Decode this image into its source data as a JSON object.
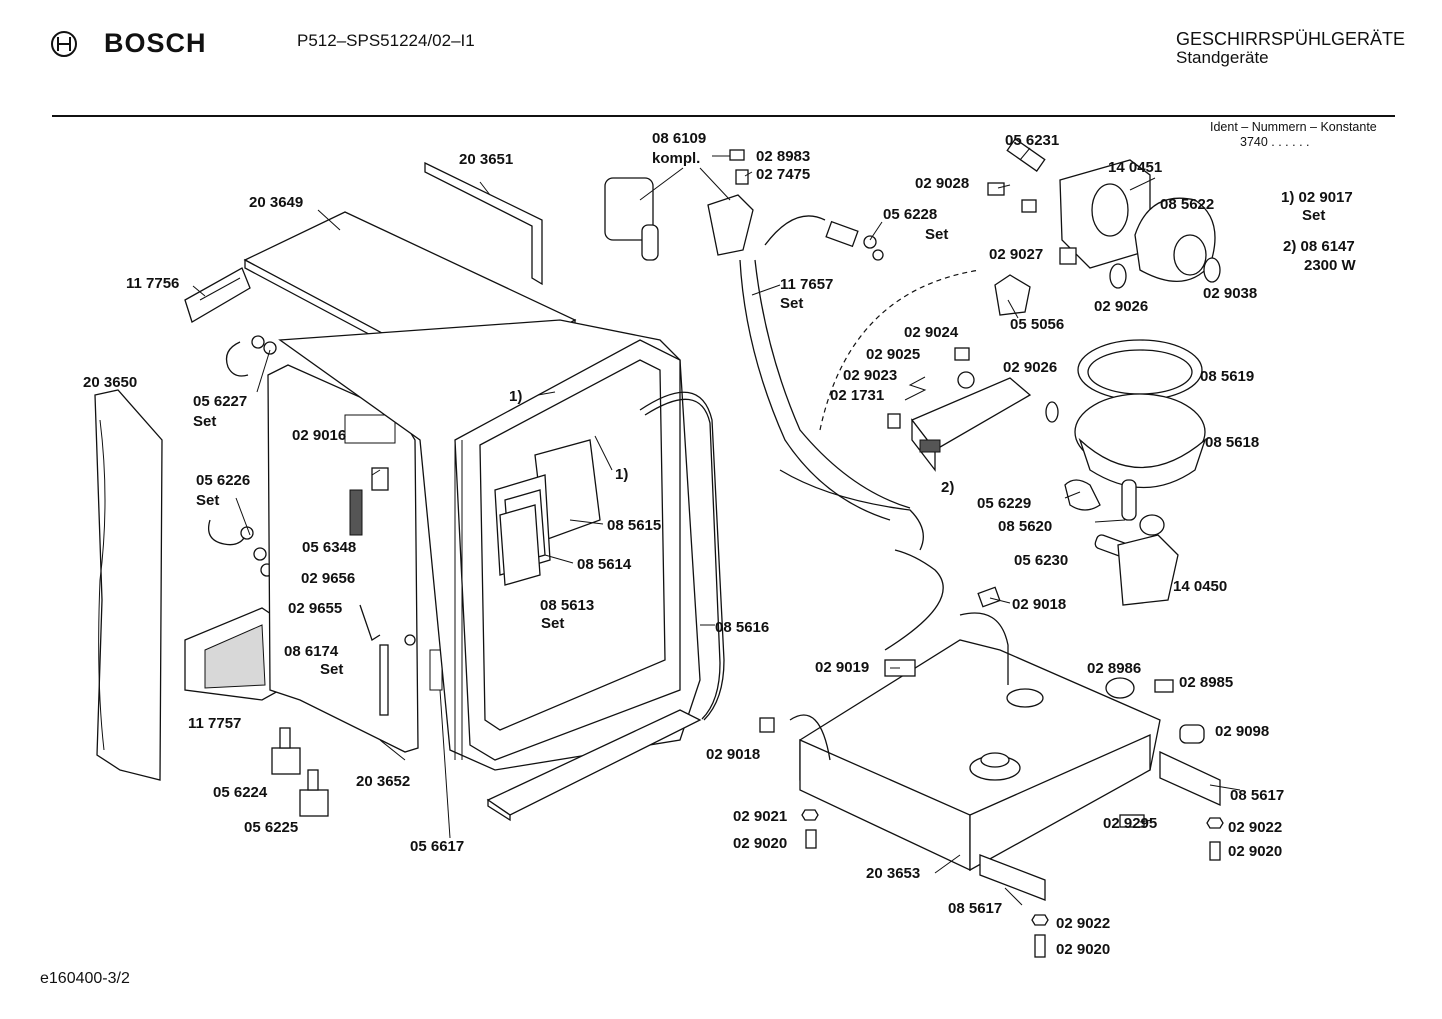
{
  "header": {
    "brand": "BOSCH",
    "model": "P512–SPS51224/02–I1",
    "category": "GESCHIRRSPÜHLGERÄTE",
    "subcategory": "Standgeräte",
    "ident_title": "Ident – Nummern – Konstante",
    "ident_value": "3740 . . . . . ."
  },
  "footer": {
    "page_code": "e160400-3/2"
  },
  "labels": {
    "p203651": "20 3651",
    "p203649": "20 3649",
    "p117756": "11 7756",
    "p203650": "20 3650",
    "p056227": "05 6227",
    "p056227s": "Set",
    "p056226": "05 6226",
    "p056226s": "Set",
    "p029016": "02 9016",
    "p056348": "05 6348",
    "p029656": "02 9656",
    "p029655": "02 9655",
    "p086174": "08 6174",
    "p086174s": "Set",
    "p117757": "11 7757",
    "p056224": "05 6224",
    "p056225": "05 6225",
    "p203652": "20 3652",
    "p056617": "05 6617",
    "m1a": "1)",
    "m1b": "1)",
    "p085615": "08 5615",
    "p085614": "08 5614",
    "p085613": "08 5613",
    "p085613s": "Set",
    "p085616": "08 5616",
    "p086109": "08 6109",
    "p086109k": "kompl.",
    "p028983": "02 8983",
    "p027475": "02 7475",
    "p117657": "11 7657",
    "p117657s": "Set",
    "p056228": "05 6228",
    "p056228s": "Set",
    "p056231": "05 6231",
    "p029028": "02 9028",
    "p140451": "14 0451",
    "p085622": "08 5622",
    "p029027": "02 9027",
    "p055056": "05 5056",
    "p029026a": "02 9026",
    "p029038": "02 9038",
    "n1": "1) 02 9017",
    "n1s": "Set",
    "n2": "2) 08 6147",
    "n2s": "2300 W",
    "p029024": "02 9024",
    "p029025": "02 9025",
    "p029023": "02 9023",
    "p021731": "02 1731",
    "p029026b": "02 9026",
    "m2": "2)",
    "p085619": "08 5619",
    "p085618": "08 5618",
    "p056229": "05 6229",
    "p085620": "08 5620",
    "p056230": "05 6230",
    "p140450": "14 0450",
    "p029018a": "02 9018",
    "p029019": "02 9019",
    "p028986": "02 8986",
    "p028985": "02 8985",
    "p029098": "02 9098",
    "p029018b": "02 9018",
    "p085617a": "08 5617",
    "p029295": "02 9295",
    "p029022a": "02 9022",
    "p029021": "02 9021",
    "p029020a": "02 9020",
    "p029020b": "02 9020",
    "p203653": "20 3653",
    "p085617b": "08 5617",
    "p029022b": "02 9022",
    "p029020c": "02 9020"
  }
}
